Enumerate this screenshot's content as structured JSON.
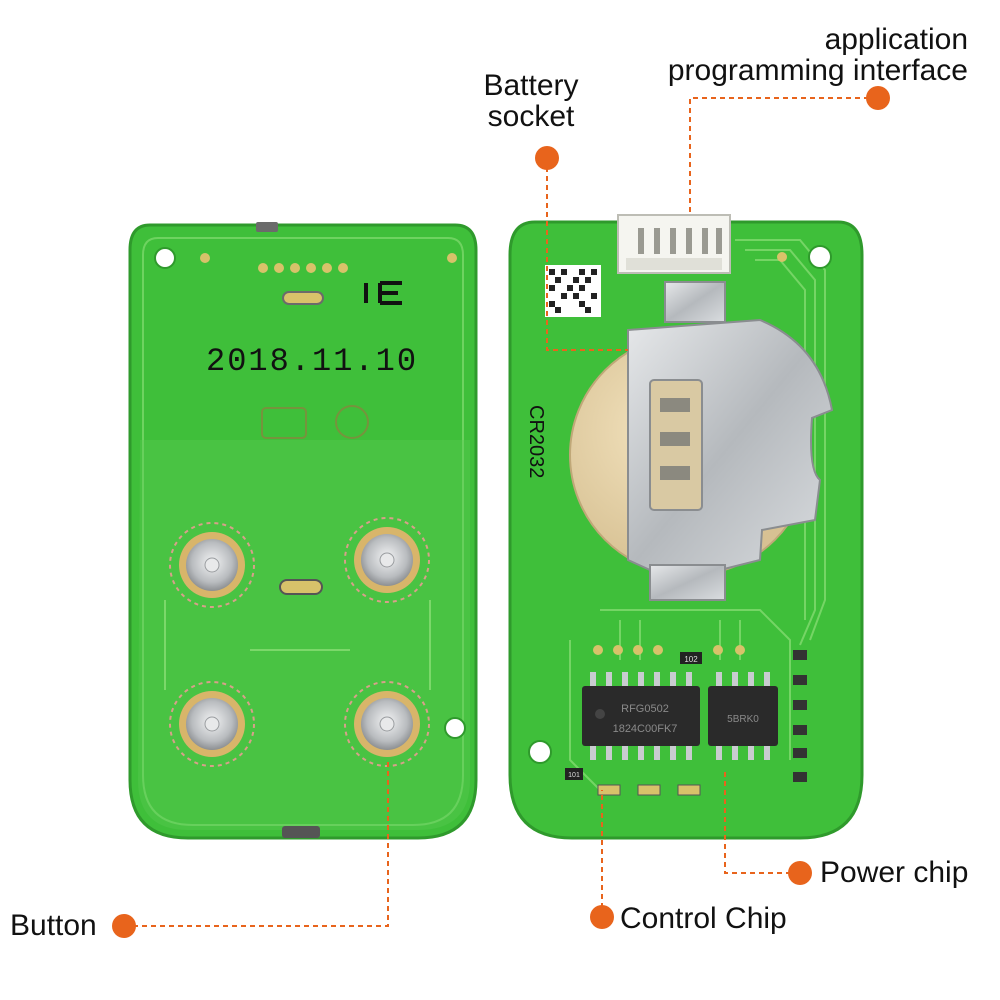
{
  "labels": {
    "api_line1": "application",
    "api_line2": "programming interface",
    "battery_line1": "Battery",
    "battery_line2": "socket",
    "power_chip": "Power chip",
    "control_chip": "Control Chip",
    "button": "Button"
  },
  "board_markings": {
    "date": "2018.11.10",
    "battery_type": "CR2032",
    "chip_left_line1": "RFG0502",
    "chip_left_line2": "1824C00FK7",
    "chip_right": "5BRK0",
    "resistor_marking": "102",
    "capacitor_marking": "101"
  },
  "colors": {
    "background": "#ffffff",
    "pcb_green": "#3fbf3a",
    "pcb_dark": "#2f9a2c",
    "trace": "#7bd86a",
    "callout_dot": "#e8641c",
    "callout_line": "#e8641c",
    "label_text": "#111111",
    "metal": "#c9ccd0",
    "chip_body": "#2a2a2a"
  },
  "icons": {
    "callout": "orange-dot"
  }
}
